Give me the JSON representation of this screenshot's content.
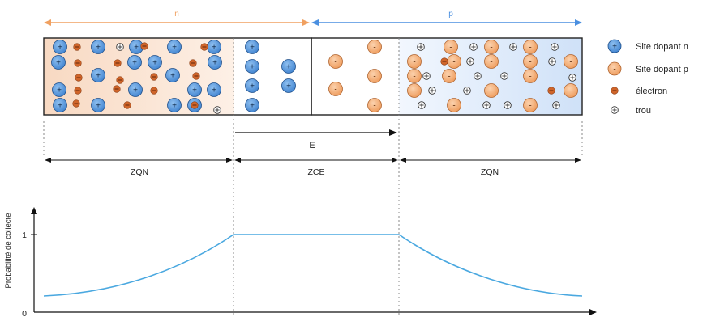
{
  "top_labels": {
    "n": "n",
    "p": "p"
  },
  "region_labels": {
    "left": "ZQN",
    "middle": "ZCE",
    "right": "ZQN"
  },
  "field_label": "E",
  "legend": {
    "items": [
      {
        "label": "Site dopant n",
        "icon": "n-dopant-site-icon"
      },
      {
        "label": "Site dopant p",
        "icon": "p-dopant-site-icon"
      },
      {
        "label": "électron",
        "icon": "electron-icon"
      },
      {
        "label": "trou",
        "icon": "hole-icon"
      }
    ]
  },
  "graph": {
    "ylabel": "Probabilité de collecte",
    "y_ticks": [
      "1",
      "0"
    ]
  },
  "symbols": {
    "plus": "+",
    "minus": "-",
    "hole": "⊕"
  },
  "colors": {
    "n_arrow": "#f0a060",
    "p_arrow": "#4a8fe0",
    "n_region": "#fbe6d6",
    "p_region": "#dce9fa",
    "n_dopant": "#5b9bdc",
    "p_dopant": "#f4b07a",
    "electron": "#d0652a",
    "curve": "#4aa8e0"
  }
}
